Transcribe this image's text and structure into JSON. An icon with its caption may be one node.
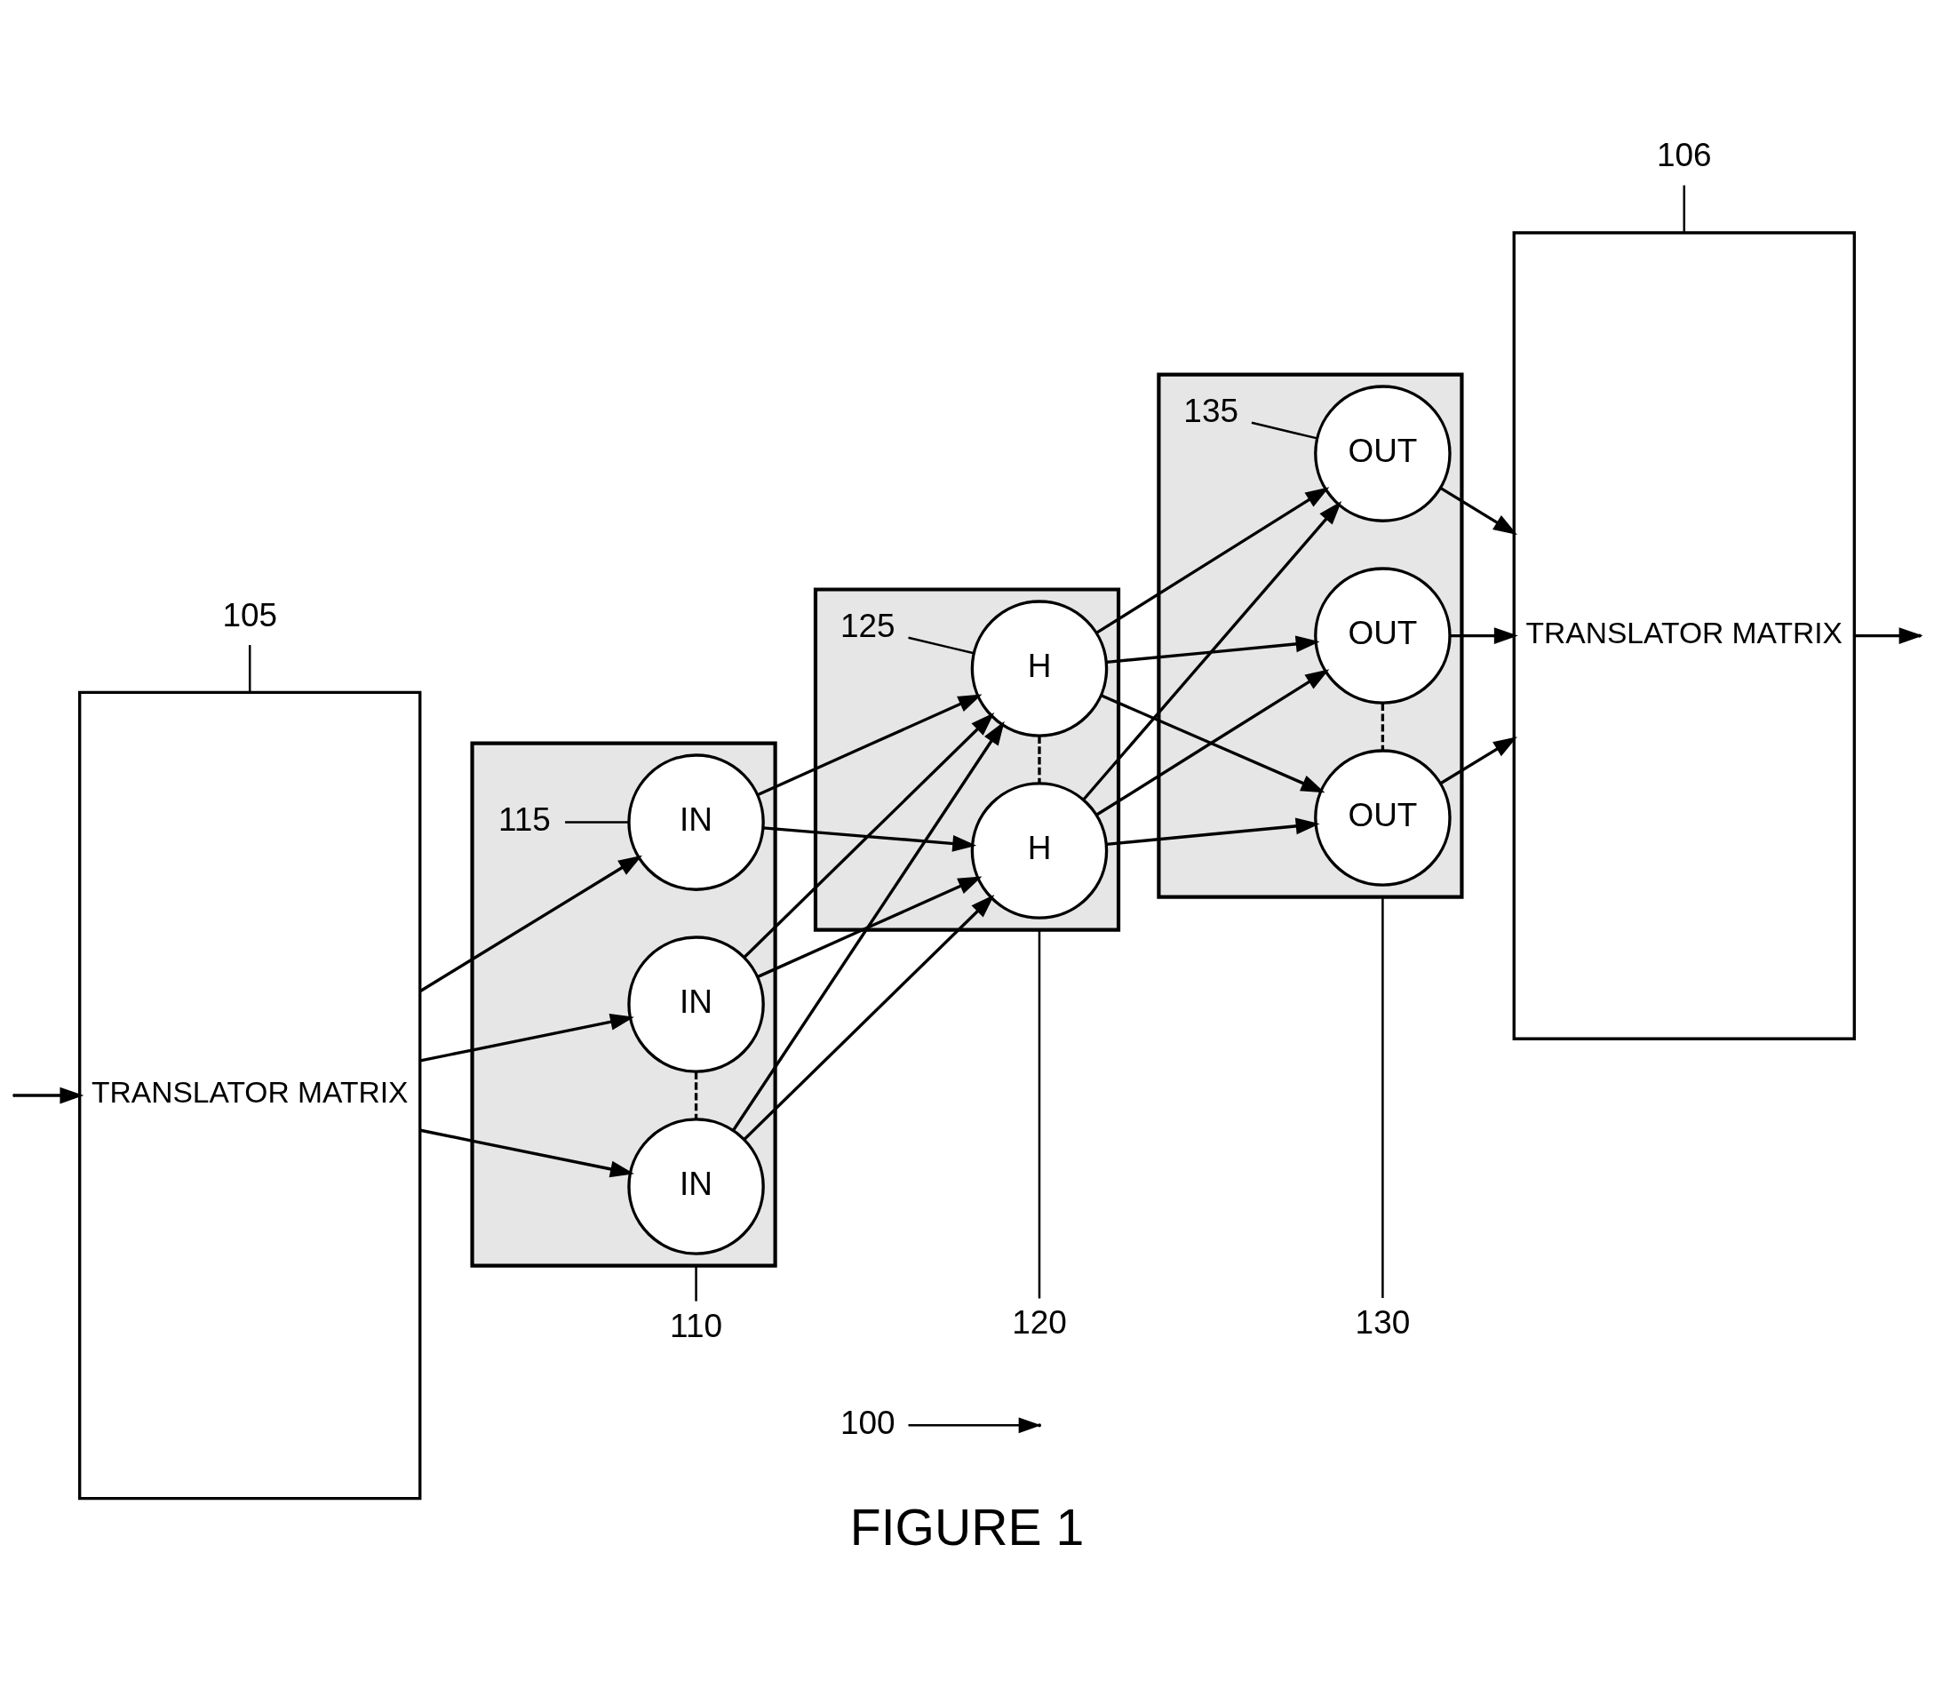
{
  "diagram": {
    "caption": "FIGURE 1",
    "nodes": [
      {
        "text": [
          "TRANSLATOR MATRIX"
        ]
      },
      {
        "text": [],
        "shape": "box"
      },
      {
        "text": [
          "115"
        ],
        "in": 1
      },
      {
        "text": [
          "IN"
        ],
        "in": 1
      },
      {
        "text": [
          "IN"
        ],
        "in": 1
      },
      {
        "text": [
          "IN"
        ],
        "in": 1
      },
      {
        "text": [],
        "shape": "box"
      },
      {
        "text": [
          "125"
        ],
        "in": 6
      },
      {
        "text": [
          "H"
        ],
        "in": 6
      },
      {
        "text": [
          "H"
        ],
        "in": 6
      },
      {
        "text": [],
        "shape": "box"
      },
      {
        "text": [
          "135"
        ],
        "in": 10
      },
      {
        "text": [
          "OUT"
        ],
        "in": 10
      },
      {
        "text": [
          "OUT"
        ],
        "in": 10
      },
      {
        "text": [
          "OUT"
        ],
        "in": 10
      },
      {
        "text": [
          "TRANSLATOR MATRIX"
        ]
      },
      {
        "text": [
          "105"
        ]
      },
      {
        "text": [
          "110"
        ]
      },
      {
        "text": [
          "120"
        ]
      },
      {
        "text": [
          "130"
        ]
      },
      {
        "text": [
          "106"
        ]
      },
      {
        "text": [
          "100"
        ]
      }
    ],
    "edges": [
      {
        "from": null,
        "to": 0,
        "arrow": "to"
      },
      {
        "from": 0,
        "to": 3,
        "arrow": "to"
      },
      {
        "from": 0,
        "to": 4,
        "arrow": "to"
      },
      {
        "from": 0,
        "to": 5,
        "arrow": "to"
      },
      {
        "from": 3,
        "to": 8,
        "arrow": "to"
      },
      {
        "from": 3,
        "to": 9,
        "arrow": "to"
      },
      {
        "from": 4,
        "to": 8,
        "arrow": "to"
      },
      {
        "from": 4,
        "to": 9,
        "arrow": "to"
      },
      {
        "from": 5,
        "to": 8,
        "arrow": "to"
      },
      {
        "from": 5,
        "to": 9,
        "arrow": "to"
      },
      {
        "from": 8,
        "to": 12,
        "arrow": "to"
      },
      {
        "from": 8,
        "to": 13,
        "arrow": "to"
      },
      {
        "from": 8,
        "to": 14,
        "arrow": "to"
      },
      {
        "from": 9,
        "to": 12,
        "arrow": "to"
      },
      {
        "from": 9,
        "to": 13,
        "arrow": "to"
      },
      {
        "from": 9,
        "to": 14,
        "arrow": "to"
      },
      {
        "from": 12,
        "to": 15,
        "arrow": "to"
      },
      {
        "from": 13,
        "to": 15,
        "arrow": "to"
      },
      {
        "from": 14,
        "to": 15,
        "arrow": "to"
      },
      {
        "from": 15,
        "to": null,
        "arrow": "to"
      },
      {
        "from": 4,
        "to": 5,
        "arrow": "none",
        "style": "dashed"
      },
      {
        "from": 8,
        "to": 9,
        "arrow": "none",
        "style": "dashed"
      },
      {
        "from": 13,
        "to": 14,
        "arrow": "none",
        "style": "dashed"
      },
      {
        "from": 2,
        "to": 3,
        "arrow": "none"
      },
      {
        "from": 7,
        "to": 8,
        "arrow": "none"
      },
      {
        "from": 11,
        "to": 12,
        "arrow": "none"
      },
      {
        "from": 16,
        "to": 0,
        "arrow": "none"
      },
      {
        "from": 17,
        "to": 1,
        "arrow": "none"
      },
      {
        "from": 18,
        "to": 6,
        "arrow": "none"
      },
      {
        "from": 19,
        "to": 10,
        "arrow": "none"
      },
      {
        "from": 20,
        "to": 15,
        "arrow": "none"
      },
      {
        "from": 21,
        "to": null,
        "arrow": "to"
      }
    ]
  }
}
